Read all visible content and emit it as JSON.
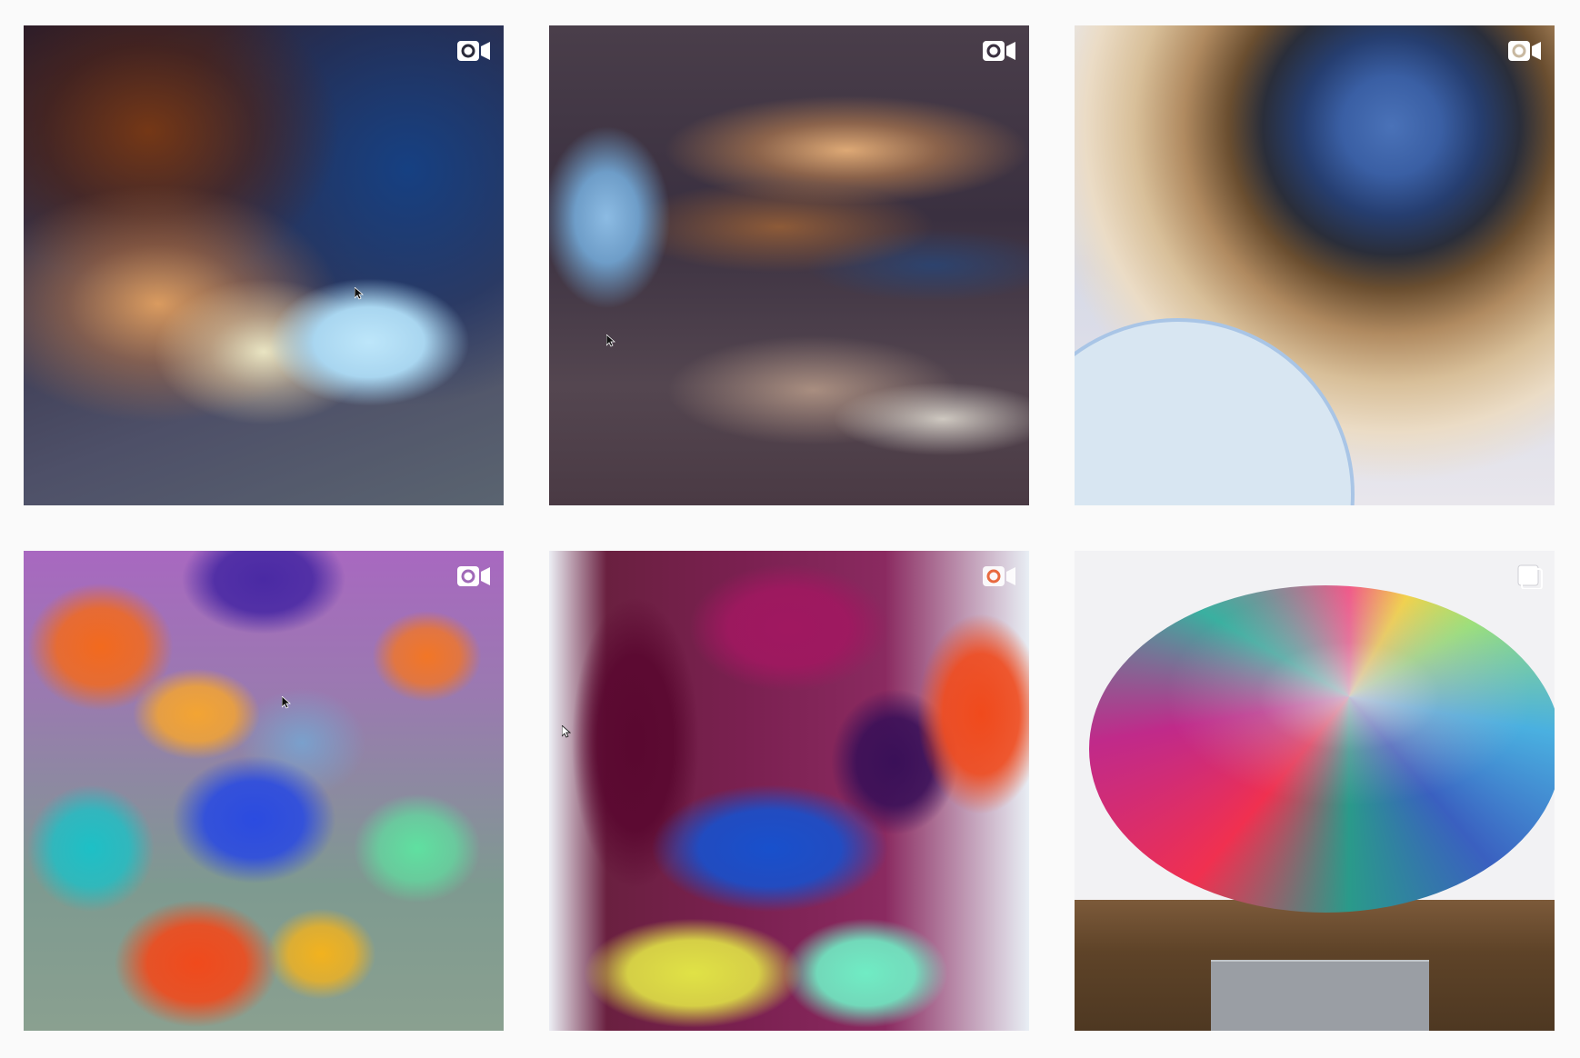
{
  "grid": {
    "posts": [
      {
        "id": "post-1",
        "type": "video",
        "badge_icon": "video-camera-icon",
        "has_cursor": true
      },
      {
        "id": "post-2",
        "type": "video",
        "badge_icon": "video-camera-icon",
        "has_cursor": true
      },
      {
        "id": "post-3",
        "type": "video",
        "badge_icon": "video-camera-icon",
        "has_cursor": false
      },
      {
        "id": "post-4",
        "type": "video",
        "badge_icon": "video-camera-icon",
        "has_cursor": true
      },
      {
        "id": "post-5",
        "type": "video",
        "badge_icon": "video-camera-icon",
        "has_cursor": true
      },
      {
        "id": "post-6",
        "type": "carousel",
        "badge_icon": "multiple-photos-icon",
        "has_cursor": false
      }
    ]
  },
  "colors": {
    "page_background": "#fafafa",
    "badge": "#ffffff"
  }
}
